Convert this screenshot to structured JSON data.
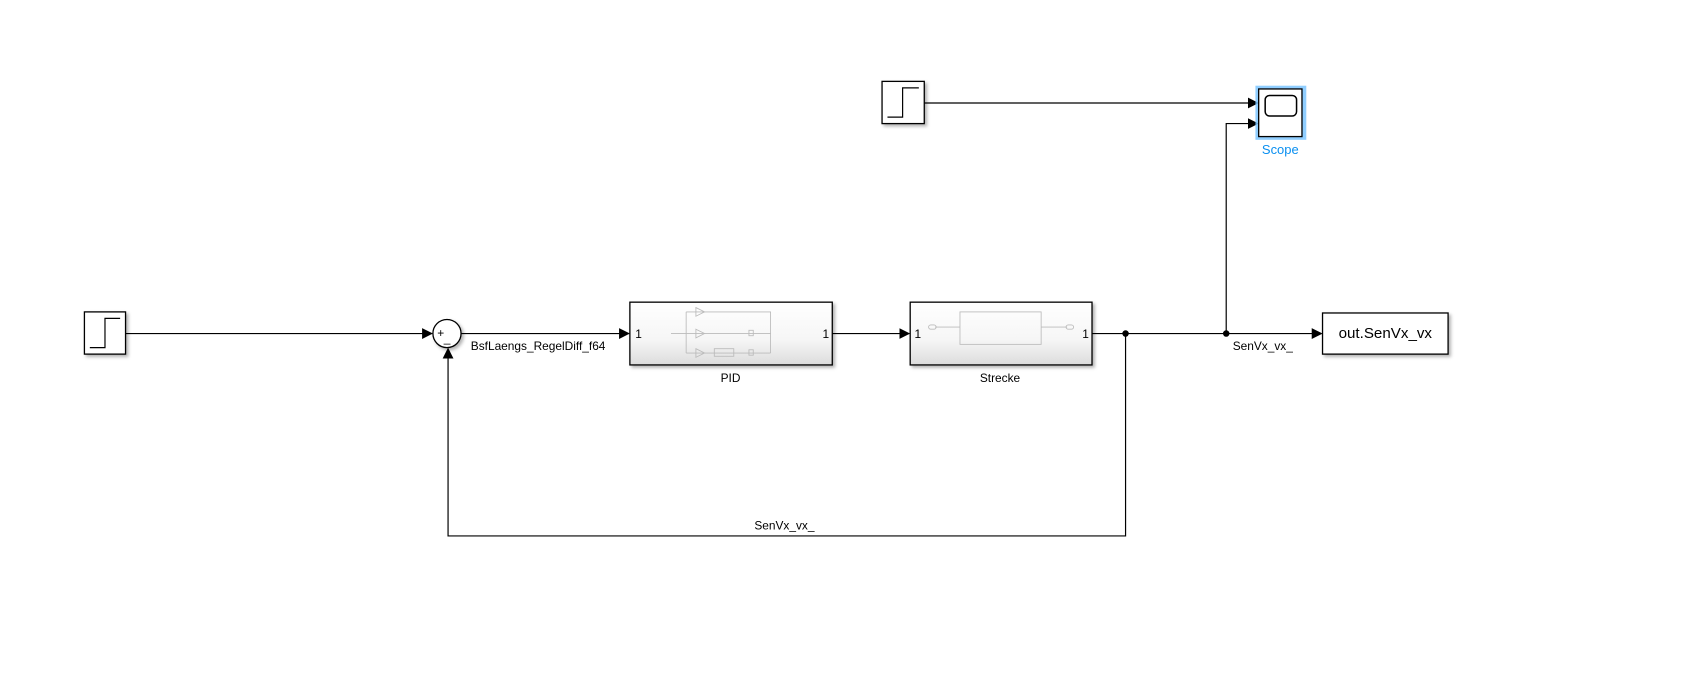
{
  "blocks": {
    "step1": {
      "type": "Step"
    },
    "step2": {
      "type": "Step"
    },
    "sum": {
      "signs": [
        "+",
        "_"
      ]
    },
    "pid": {
      "name": "PID",
      "in_port": "1",
      "out_port": "1"
    },
    "strecke": {
      "name": "Strecke",
      "in_port": "1",
      "out_port": "1"
    },
    "scope": {
      "name": "Scope"
    },
    "out": {
      "name": "out.SenVx_vx"
    }
  },
  "signals": {
    "error": "BsfLaengs_RegelDiff_f64",
    "output": "SenVx_vx_",
    "feedback": "SenVx_vx_"
  },
  "colors": {
    "selection": "#0a8ff0",
    "selection_glow": "#6cc0ff"
  }
}
